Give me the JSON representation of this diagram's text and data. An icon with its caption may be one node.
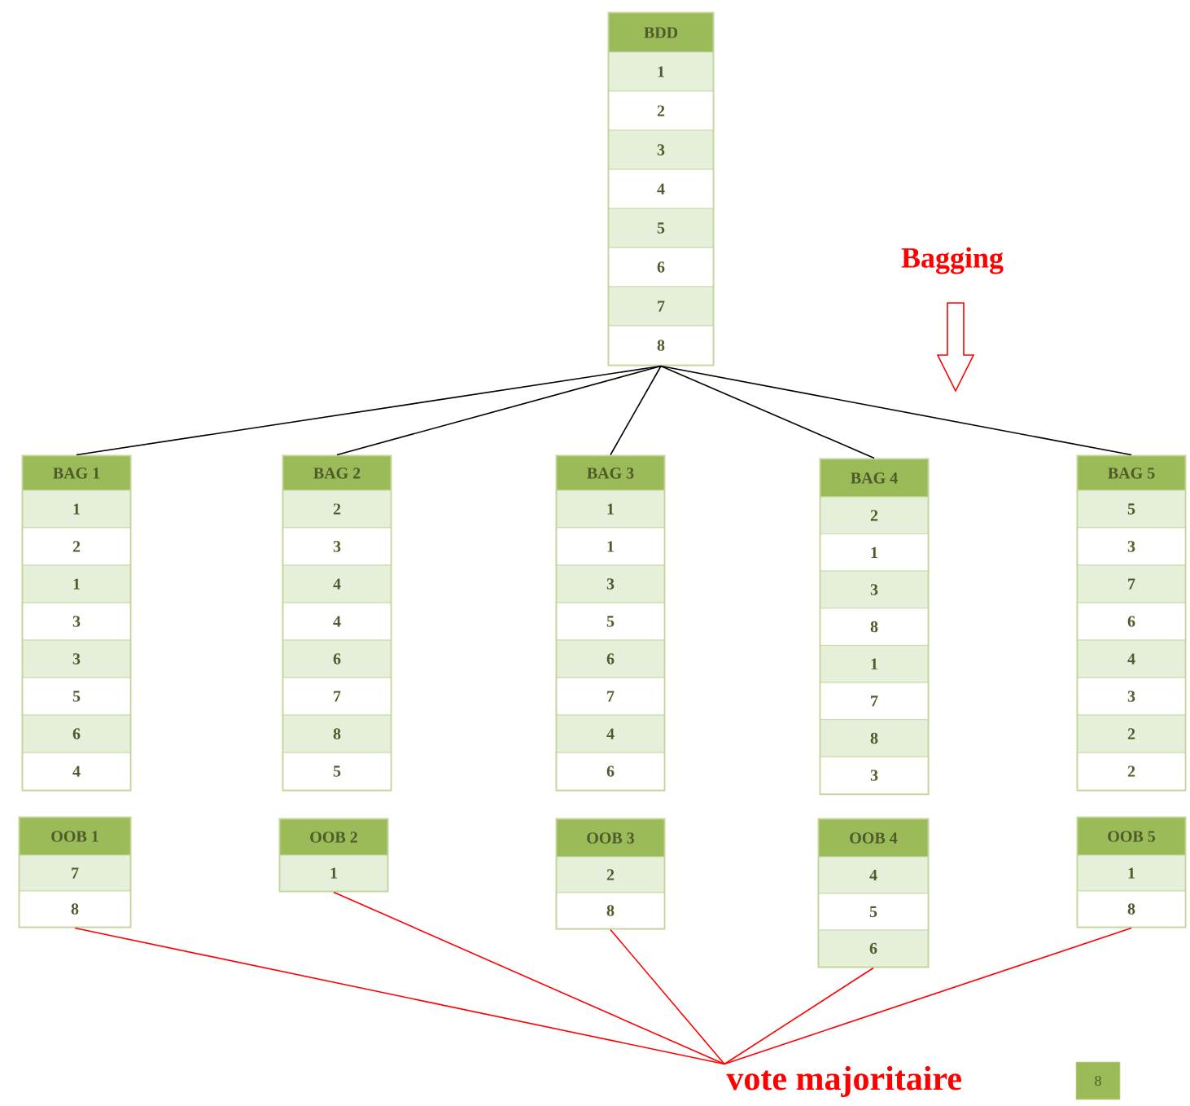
{
  "diagram": {
    "nodes": [
      {
        "text": [
          "BDD",
          "1",
          "2",
          "3",
          "4",
          "5",
          "6",
          "7",
          "8"
        ]
      },
      {
        "text": [
          "BAG 1",
          "1",
          "2",
          "1",
          "3",
          "3",
          "5",
          "6",
          "4"
        ]
      },
      {
        "text": [
          "BAG 2",
          "2",
          "3",
          "4",
          "4",
          "6",
          "7",
          "8",
          "5"
        ]
      },
      {
        "text": [
          "BAG 3",
          "1",
          "1",
          "3",
          "5",
          "6",
          "7",
          "4",
          "6"
        ]
      },
      {
        "text": [
          "BAG 4",
          "2",
          "1",
          "3",
          "8",
          "1",
          "7",
          "8",
          "3"
        ]
      },
      {
        "text": [
          "BAG 5",
          "5",
          "3",
          "7",
          "6",
          "4",
          "3",
          "2",
          "2"
        ]
      },
      {
        "text": [
          "OOB 1",
          "7",
          "8"
        ]
      },
      {
        "text": [
          "OOB 2",
          "1"
        ]
      },
      {
        "text": [
          "OOB 3",
          "2",
          "8"
        ]
      },
      {
        "text": [
          "OOB 4",
          "4",
          "5",
          "6"
        ]
      },
      {
        "text": [
          "OOB 5",
          "1",
          "8"
        ]
      },
      {
        "text": [
          "vote majoritaire"
        ]
      },
      {
        "text": [
          "8"
        ]
      }
    ],
    "edges": [
      {
        "from": 0,
        "to": 1,
        "arrow": "none",
        "color": "#000000"
      },
      {
        "from": 0,
        "to": 2,
        "arrow": "none",
        "color": "#000000"
      },
      {
        "from": 0,
        "to": 3,
        "arrow": "none",
        "color": "#000000"
      },
      {
        "from": 0,
        "to": 4,
        "arrow": "none",
        "color": "#000000"
      },
      {
        "from": 0,
        "to": 5,
        "arrow": "none",
        "color": "#000000"
      },
      {
        "from": 6,
        "to": 11,
        "arrow": "none",
        "color": "#ff0000"
      },
      {
        "from": 7,
        "to": 11,
        "arrow": "none",
        "color": "#ff0000"
      },
      {
        "from": 8,
        "to": 11,
        "arrow": "none",
        "color": "#ff0000"
      },
      {
        "from": 9,
        "to": 11,
        "arrow": "none",
        "color": "#ff0000"
      },
      {
        "from": 10,
        "to": 11,
        "arrow": "none",
        "color": "#ff0000"
      }
    ],
    "labels": [
      "Bagging"
    ]
  }
}
